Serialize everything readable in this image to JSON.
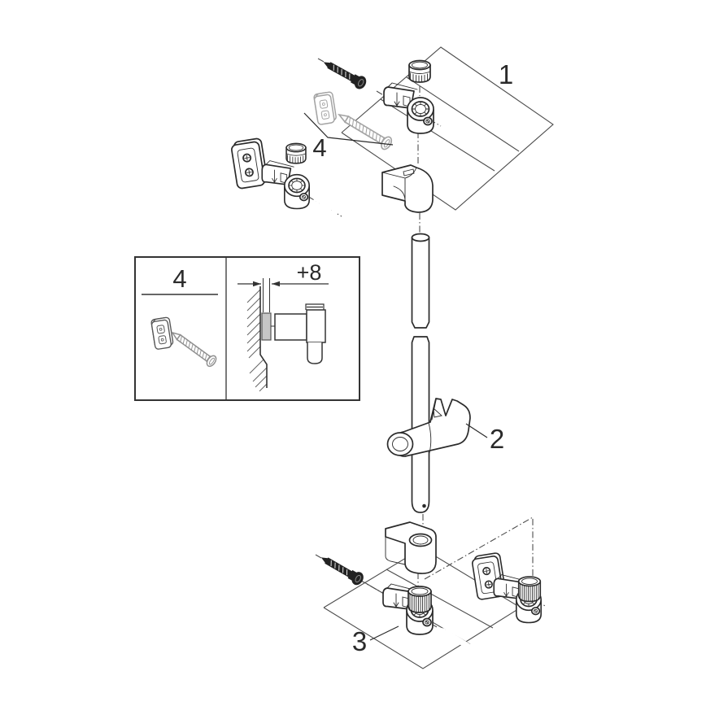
{
  "diagram": {
    "description": "Exploded installation diagram of a shower slide rail with wall brackets",
    "colors": {
      "background": "#ffffff",
      "line": "#2b2b2b",
      "thin_line": "#4d4d4d",
      "gray_hardware": "#a3a3a3",
      "spacer_fill": "#c6c6c6"
    },
    "callouts": {
      "part1": "1",
      "part2": "2",
      "part3": "3",
      "part4": "4",
      "inset_part4": "4",
      "inset_dimension": "+8"
    }
  }
}
